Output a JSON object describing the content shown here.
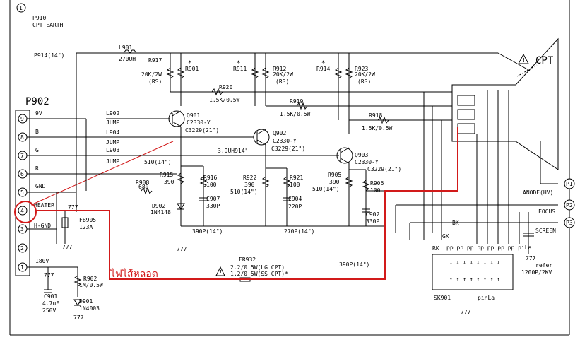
{
  "border_pin": "1",
  "top_labels": {
    "p910": "P910",
    "cpt_earth": "CPT EARTH",
    "p914": "P914(14\")"
  },
  "connector": {
    "name": "P902",
    "pins": [
      {
        "num": "9",
        "label": "9V"
      },
      {
        "num": "8",
        "label": "B"
      },
      {
        "num": "7",
        "label": "G"
      },
      {
        "num": "6",
        "label": "R"
      },
      {
        "num": "5",
        "label": "GND"
      },
      {
        "num": "4",
        "label": "HEATER"
      },
      {
        "num": "3",
        "label": "H-GND"
      },
      {
        "num": "2",
        "label": ""
      },
      {
        "num": "1",
        "label": "180V"
      }
    ]
  },
  "components": {
    "l901": {
      "ref": "L901",
      "val": "270UH"
    },
    "r917": {
      "ref": "R917",
      "val": "20K/2W",
      "note": "(RS)"
    },
    "r901": {
      "ref": "R901"
    },
    "r911": {
      "ref": "R911"
    },
    "r912": {
      "ref": "R912",
      "val": "20K/2W",
      "note": "(RS)"
    },
    "r914": {
      "ref": "R914"
    },
    "r923": {
      "ref": "R923",
      "val": "20K/2W",
      "note": "(RS)"
    },
    "star": "*",
    "r920": {
      "ref": "R920",
      "val": "1.5K/0.5W"
    },
    "r919": {
      "ref": "R919",
      "val": "1.5K/0.5W"
    },
    "r918": {
      "ref": "R918",
      "val": "1.5K/0.5W"
    },
    "l902": {
      "ref": "L902",
      "val": "JUMP"
    },
    "l904": {
      "ref": "L904",
      "val": "JUMP"
    },
    "l903": {
      "ref": "L903",
      "val": "JUMP"
    },
    "q901": {
      "ref": "Q901",
      "val": "C2330-Y",
      "alt": "C3229(21\")"
    },
    "q902": {
      "ref": "Q902",
      "val": "C2330-Y",
      "alt": "C3229(21\")"
    },
    "q903": {
      "ref": "Q903",
      "val": "C2330-Y",
      "alt": "C3229(21\")"
    },
    "r3_9": "3.9UH914\"",
    "r510_a": "510(14\")",
    "r915": {
      "ref": "R915",
      "val": "390"
    },
    "r916": {
      "ref": "R916",
      "val": "100"
    },
    "r908": {
      "ref": "R908",
      "val": "680"
    },
    "c907": {
      "ref": "C907",
      "val": "330P"
    },
    "d902": {
      "ref": "D902",
      "val": "1N4148"
    },
    "r922": {
      "ref": "R922",
      "val": "390",
      "alt": "510(14\")"
    },
    "r921": {
      "ref": "R921",
      "val": "100"
    },
    "c904": {
      "ref": "C904",
      "val": "220P"
    },
    "r905": {
      "ref": "R905",
      "val": "390",
      "alt": "510(14\")"
    },
    "r906": {
      "ref": "R906",
      "val": "100"
    },
    "c902": {
      "ref": "C902",
      "val": "330P"
    },
    "p390_a": "390P(14\")",
    "p270": "270P(14\")",
    "p390_b": "390P(14\")",
    "fb905": {
      "ref": "FB905",
      "val": "123A"
    },
    "r902": {
      "ref": "R902",
      "val": "1M/0.5W"
    },
    "c901": {
      "ref": "C901",
      "val": "4.7uF",
      "alt": "250V"
    },
    "d901": {
      "ref": "D901",
      "val": "1N4003"
    },
    "fr932": {
      "ref": "FR932",
      "val1": "2.2/0.5W(LG CPT)",
      "val2": "1.2/0.5W(SS CPT)*"
    }
  },
  "cpt": {
    "label": "CPT"
  },
  "right_labels": {
    "anode": "ANODE(HV)",
    "focus": "FOCUS",
    "screen": "SCREEN",
    "p1": "P1",
    "p2": "P2",
    "p3": "P3",
    "bk": "BK",
    "gk": "GK",
    "rk": "RK",
    "sk901": "SK901",
    "pinla": "pinLa",
    "refer": "refer",
    "cap": "1200P/2KV",
    "pins_row": "pp pp pp pp pp pp pp piLa"
  },
  "annotation": {
    "thai": "ไฟไส้หลอด"
  }
}
